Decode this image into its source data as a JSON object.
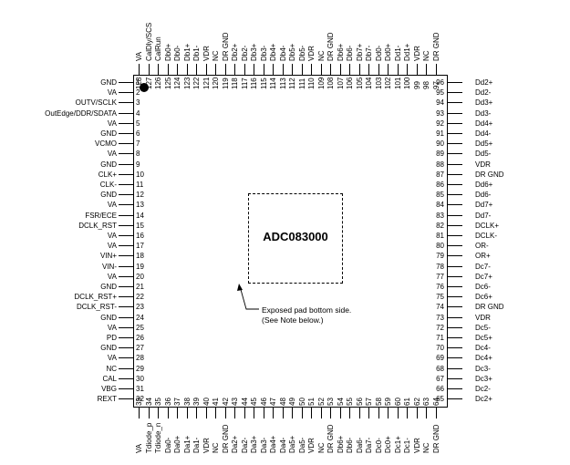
{
  "chip_name": "ADC083000",
  "note_line1": "Exposed pad bottom side.",
  "note_line2": "(See Note below.)",
  "left_pins": [
    {
      "num": "1",
      "name": "GND"
    },
    {
      "num": "2",
      "name": "VA"
    },
    {
      "num": "3",
      "name": "OUTV/SCLK"
    },
    {
      "num": "4",
      "name": "OutEdge/DDR/SDATA"
    },
    {
      "num": "5",
      "name": "VA"
    },
    {
      "num": "6",
      "name": "GND"
    },
    {
      "num": "7",
      "name": "VCMO"
    },
    {
      "num": "8",
      "name": "VA"
    },
    {
      "num": "9",
      "name": "GND"
    },
    {
      "num": "10",
      "name": "CLK+"
    },
    {
      "num": "11",
      "name": "CLK-"
    },
    {
      "num": "12",
      "name": "GND"
    },
    {
      "num": "13",
      "name": "VA"
    },
    {
      "num": "14",
      "name": "FSR/ECE"
    },
    {
      "num": "15",
      "name": "DCLK_RST"
    },
    {
      "num": "16",
      "name": "VA"
    },
    {
      "num": "17",
      "name": "VA"
    },
    {
      "num": "18",
      "name": "VIN+"
    },
    {
      "num": "19",
      "name": "VIN-"
    },
    {
      "num": "20",
      "name": "VA"
    },
    {
      "num": "21",
      "name": "GND"
    },
    {
      "num": "22",
      "name": "DCLK_RST+"
    },
    {
      "num": "23",
      "name": "DCLK_RST-"
    },
    {
      "num": "24",
      "name": "GND"
    },
    {
      "num": "25",
      "name": "VA"
    },
    {
      "num": "26",
      "name": "PD"
    },
    {
      "num": "27",
      "name": "GND"
    },
    {
      "num": "28",
      "name": "VA"
    },
    {
      "num": "29",
      "name": "NC"
    },
    {
      "num": "30",
      "name": "CAL"
    },
    {
      "num": "31",
      "name": "VBG"
    },
    {
      "num": "32",
      "name": "REXT"
    }
  ],
  "right_pins": [
    {
      "num": "96",
      "name": "Dd2+"
    },
    {
      "num": "95",
      "name": "Dd2-"
    },
    {
      "num": "94",
      "name": "Dd3+"
    },
    {
      "num": "93",
      "name": "Dd3-"
    },
    {
      "num": "92",
      "name": "Dd4+"
    },
    {
      "num": "91",
      "name": "Dd4-"
    },
    {
      "num": "90",
      "name": "Dd5+"
    },
    {
      "num": "89",
      "name": "Dd5-"
    },
    {
      "num": "88",
      "name": "VDR"
    },
    {
      "num": "87",
      "name": "DR GND"
    },
    {
      "num": "86",
      "name": "Dd6+"
    },
    {
      "num": "85",
      "name": "Dd6-"
    },
    {
      "num": "84",
      "name": "Dd7+"
    },
    {
      "num": "83",
      "name": "Dd7-"
    },
    {
      "num": "82",
      "name": "DCLK+"
    },
    {
      "num": "81",
      "name": "DCLK-"
    },
    {
      "num": "80",
      "name": "OR-"
    },
    {
      "num": "79",
      "name": "OR+"
    },
    {
      "num": "78",
      "name": "Dc7-"
    },
    {
      "num": "77",
      "name": "Dc7+"
    },
    {
      "num": "76",
      "name": "Dc6-"
    },
    {
      "num": "75",
      "name": "Dc6+"
    },
    {
      "num": "74",
      "name": "DR GND"
    },
    {
      "num": "73",
      "name": "VDR"
    },
    {
      "num": "72",
      "name": "Dc5-"
    },
    {
      "num": "71",
      "name": "Dc5+"
    },
    {
      "num": "70",
      "name": "Dc4-"
    },
    {
      "num": "69",
      "name": "Dc4+"
    },
    {
      "num": "68",
      "name": "Dc3-"
    },
    {
      "num": "67",
      "name": "Dc3+"
    },
    {
      "num": "66",
      "name": "Dc2-"
    },
    {
      "num": "65",
      "name": "Dc2+"
    }
  ],
  "top_pins": [
    {
      "num": "128",
      "name": "VA"
    },
    {
      "num": "127",
      "name": "CalDly/SCS"
    },
    {
      "num": "126",
      "name": "CalRun"
    },
    {
      "num": "125",
      "name": "Db0+"
    },
    {
      "num": "124",
      "name": "Db0-"
    },
    {
      "num": "123",
      "name": "Db1+"
    },
    {
      "num": "122",
      "name": "Db1-"
    },
    {
      "num": "121",
      "name": "VDR"
    },
    {
      "num": "120",
      "name": "NC"
    },
    {
      "num": "119",
      "name": "DR GND"
    },
    {
      "num": "118",
      "name": "Db2+"
    },
    {
      "num": "117",
      "name": "Db2-"
    },
    {
      "num": "116",
      "name": "Db3+"
    },
    {
      "num": "115",
      "name": "Db3-"
    },
    {
      "num": "114",
      "name": "Db4+"
    },
    {
      "num": "113",
      "name": "Db4-"
    },
    {
      "num": "112",
      "name": "Db5+"
    },
    {
      "num": "111",
      "name": "Db5-"
    },
    {
      "num": "110",
      "name": "VDR"
    },
    {
      "num": "109",
      "name": "NC"
    },
    {
      "num": "108",
      "name": "DR GND"
    },
    {
      "num": "107",
      "name": "Db6+"
    },
    {
      "num": "106",
      "name": "Db6-"
    },
    {
      "num": "105",
      "name": "Db7+"
    },
    {
      "num": "104",
      "name": "Db7-"
    },
    {
      "num": "103",
      "name": "Dd0-"
    },
    {
      "num": "102",
      "name": "Dd0+"
    },
    {
      "num": "101",
      "name": "Dd1-"
    },
    {
      "num": "100",
      "name": "Dd1+"
    },
    {
      "num": "99",
      "name": "VDR"
    },
    {
      "num": "98",
      "name": "NC"
    },
    {
      "num": "97",
      "name": "DR GND"
    }
  ],
  "bottom_pins": [
    {
      "num": "33",
      "name": "VA"
    },
    {
      "num": "34",
      "name": "Tdiode_p"
    },
    {
      "num": "35",
      "name": "Tdiode_n"
    },
    {
      "num": "36",
      "name": "Da0-"
    },
    {
      "num": "37",
      "name": "Da0+"
    },
    {
      "num": "38",
      "name": "Da1+"
    },
    {
      "num": "39",
      "name": "Da1-"
    },
    {
      "num": "40",
      "name": "VDR"
    },
    {
      "num": "41",
      "name": "NC"
    },
    {
      "num": "42",
      "name": "DR GND"
    },
    {
      "num": "43",
      "name": "Da2+"
    },
    {
      "num": "44",
      "name": "Da2-"
    },
    {
      "num": "45",
      "name": "Da3+"
    },
    {
      "num": "46",
      "name": "Da3-"
    },
    {
      "num": "47",
      "name": "Da4+"
    },
    {
      "num": "48",
      "name": "Da4-"
    },
    {
      "num": "49",
      "name": "Da5+"
    },
    {
      "num": "50",
      "name": "Da5-"
    },
    {
      "num": "51",
      "name": "VDR"
    },
    {
      "num": "52",
      "name": "NC"
    },
    {
      "num": "53",
      "name": "DR GND"
    },
    {
      "num": "54",
      "name": "Db6+"
    },
    {
      "num": "55",
      "name": "Db6-"
    },
    {
      "num": "56",
      "name": "Da6-"
    },
    {
      "num": "57",
      "name": "Da7-"
    },
    {
      "num": "58",
      "name": "Dc0-"
    },
    {
      "num": "59",
      "name": "Dc0+"
    },
    {
      "num": "60",
      "name": "Dc1+"
    },
    {
      "num": "61",
      "name": "Dc1-"
    },
    {
      "num": "62",
      "name": "VDR"
    },
    {
      "num": "63",
      "name": "NC"
    },
    {
      "num": "64",
      "name": "DR GND"
    }
  ]
}
